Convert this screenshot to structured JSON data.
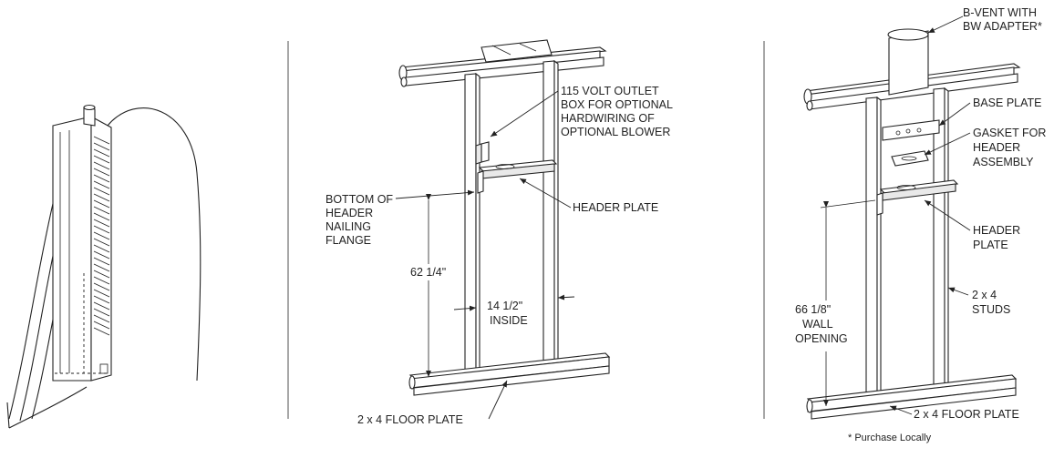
{
  "labels": {
    "outlet_box": [
      "115 VOLT OUTLET",
      "BOX FOR OPTIONAL",
      "HARDWIRING OF",
      "OPTIONAL BLOWER"
    ],
    "bottom_flange": [
      "BOTTOM OF",
      "HEADER",
      "NAILING",
      "FLANGE"
    ],
    "header_plate_mid": "HEADER PLATE",
    "height_mid": "62 1/4\"",
    "width_mid": [
      "14 1/2\"",
      "INSIDE"
    ],
    "floor_plate_mid": "2 x 4 FLOOR PLATE",
    "bvent": [
      "B-VENT WITH",
      "BW ADAPTER*"
    ],
    "base_plate": "BASE PLATE",
    "gasket": [
      "GASKET FOR",
      "HEADER",
      "ASSEMBLY"
    ],
    "header_plate_right": [
      "HEADER",
      "PLATE"
    ],
    "wall_opening": [
      "66 1/8\"",
      "WALL",
      "OPENING"
    ],
    "studs": [
      "2 x 4",
      "STUDS"
    ],
    "floor_plate_right": "2 x 4 FLOOR PLATE",
    "footnote": "* Purchase Locally"
  }
}
